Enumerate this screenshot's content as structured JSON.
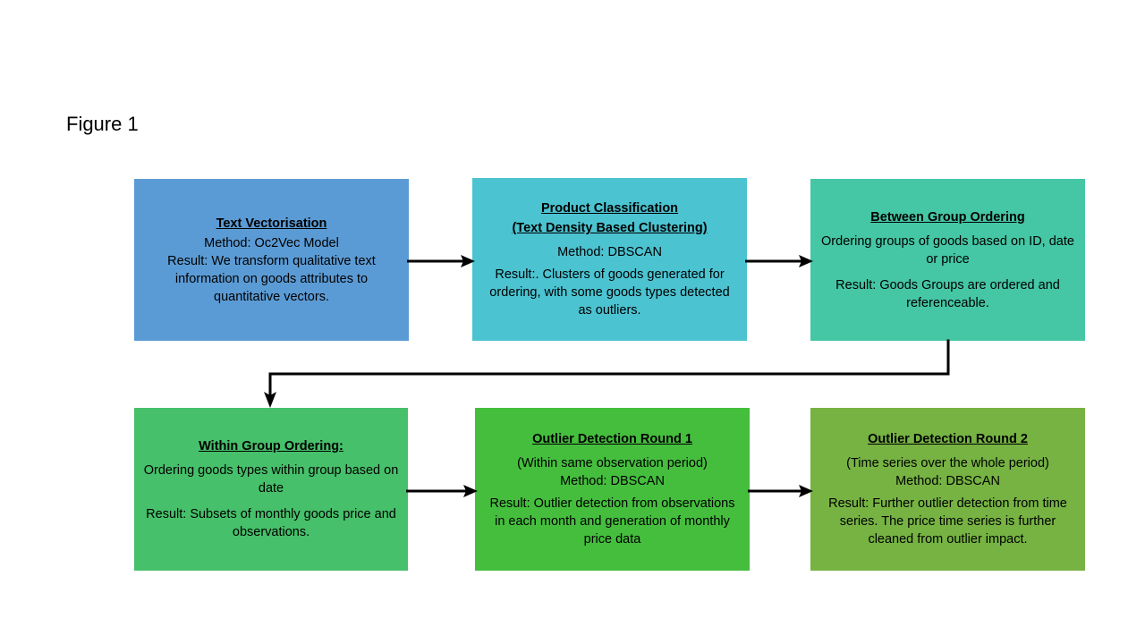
{
  "figure": {
    "caption": "Figure 1"
  },
  "diagram": {
    "type": "flowchart",
    "orientation": "left-to-right, two rows, serpentine",
    "nodes": [
      {
        "id": "text-vectorisation",
        "title": "Text Vectorisation",
        "subtitle": "",
        "method": "Method: Oc2Vec Model",
        "result": "Result: We transform qualitative text information on goods attributes to quantitative vectors.",
        "color": "#5B9BD5",
        "row": 1,
        "order": 1
      },
      {
        "id": "product-classification",
        "title": "Product Classification",
        "subtitle": "(Text Density Based Clustering)",
        "method": "Method: DBSCAN",
        "result": "Result:. Clusters of goods generated for ordering, with some goods types detected as outliers.",
        "color": "#4BC3D1",
        "row": 1,
        "order": 2
      },
      {
        "id": "between-group-ordering",
        "title": "Between Group Ordering",
        "subtitle": "",
        "method": "Ordering  groups of goods based on ID, date or price",
        "result": "Result: Goods Groups are ordered and referenceable.",
        "color": "#45C6A5",
        "row": 1,
        "order": 3
      },
      {
        "id": "within-group-ordering",
        "title": "Within Group Ordering:",
        "subtitle": "",
        "method": "Ordering goods types within group based on date",
        "result": "Result: Subsets of monthly goods price and observations.",
        "color": "#46C06A",
        "row": 2,
        "order": 4
      },
      {
        "id": "outlier-detection-round-1",
        "title": "Outlier Detection Round 1",
        "subtitle": "(Within same observation period)",
        "method": "Method: DBSCAN",
        "result": "Result: Outlier detection from observations in each month and generation of monthly price data",
        "color": "#45BE3E",
        "row": 2,
        "order": 5
      },
      {
        "id": "outlier-detection-round-2",
        "title": "Outlier Detection Round 2",
        "subtitle": "(Time series over the whole period)",
        "method": "Method: DBSCAN",
        "result": "Result: Further outlier detection from time series. The price time series is further cleaned from outlier impact.",
        "color": "#76B343",
        "row": 2,
        "order": 6
      }
    ],
    "connectors": [
      {
        "id": "arrow-1-to-2",
        "from": "text-vectorisation",
        "to": "product-classification",
        "shape": "straight-horizontal",
        "direction": "right"
      },
      {
        "id": "arrow-2-to-3",
        "from": "product-classification",
        "to": "between-group-ordering",
        "shape": "straight-horizontal",
        "direction": "right"
      },
      {
        "id": "arrow-3-to-4",
        "from": "between-group-ordering",
        "to": "within-group-ordering",
        "shape": "elbow-down-left-down",
        "direction": "down"
      },
      {
        "id": "arrow-4-to-5",
        "from": "within-group-ordering",
        "to": "outlier-detection-round-1",
        "shape": "straight-horizontal",
        "direction": "right"
      },
      {
        "id": "arrow-5-to-6",
        "from": "outlier-detection-round-1",
        "to": "outlier-detection-round-2",
        "shape": "straight-horizontal",
        "direction": "right"
      }
    ],
    "connector_color": "#000000"
  }
}
